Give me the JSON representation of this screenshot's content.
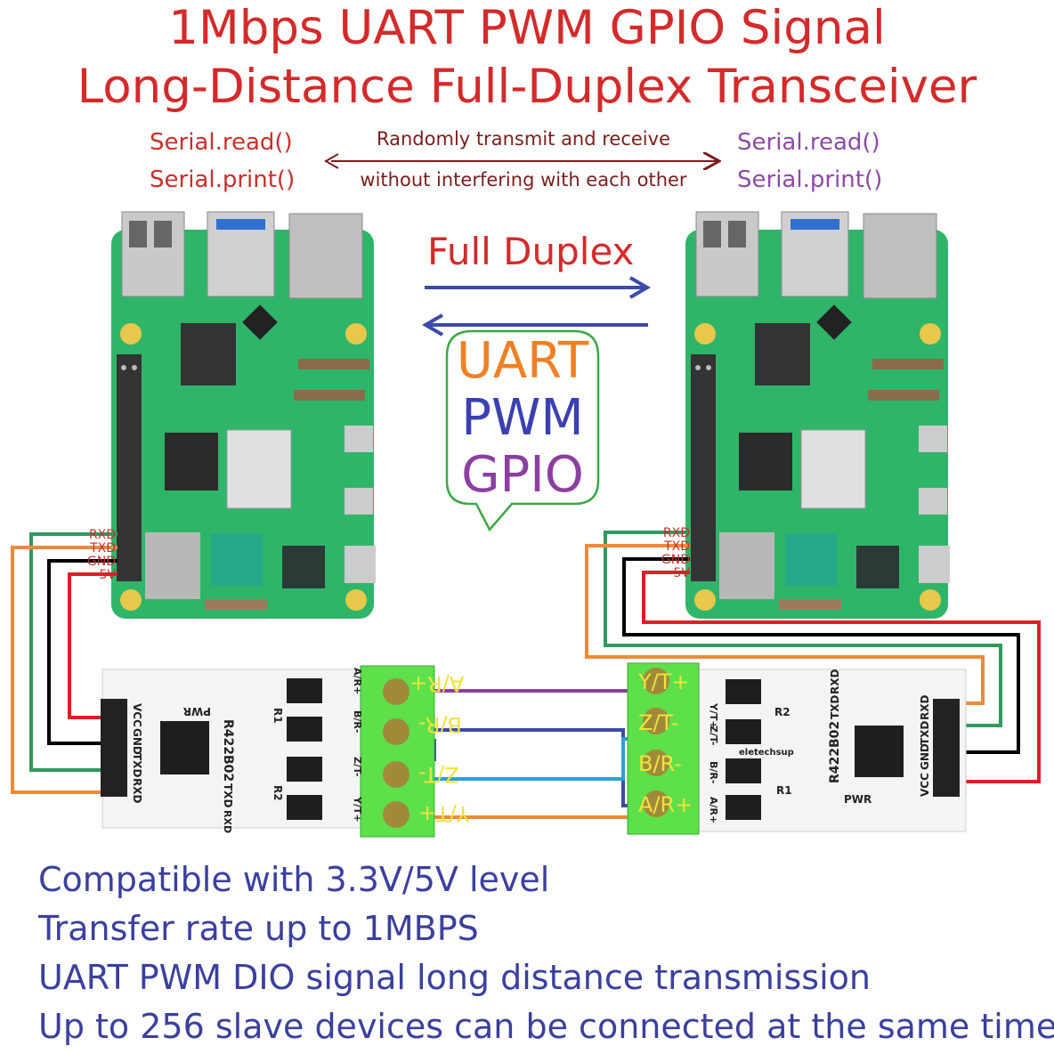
{
  "title": {
    "line1": "1Mbps UART PWM  GPIO  Signal",
    "line2": "Long-Distance Full-Duplex Transceiver"
  },
  "left_host": {
    "read": "Serial.read()",
    "print": "Serial.print()"
  },
  "right_host": {
    "read": "Serial.read()",
    "print": "Serial.print()"
  },
  "middle_note": {
    "line1": "Randomly transmit and receive",
    "line2": "without interfering with each other"
  },
  "full_duplex": "Full Duplex",
  "bubble": {
    "uart": "UART",
    "pwm": "PWM",
    "gpio": "GPIO"
  },
  "pi_pins": {
    "rxd": "RXD",
    "txd": "TXD",
    "gnd": "GND",
    "v5": "5V"
  },
  "module": {
    "model": "R422B02",
    "pins": [
      "VCC",
      "GND",
      "TXD",
      "RXD"
    ],
    "pwr": "PWR",
    "led_labels": [
      "TXD",
      "RXD"
    ],
    "brand": "eletechsup",
    "resistors": [
      "R1",
      "R2"
    ],
    "terminals_left": [
      "A/R+",
      "B/R-",
      "Z/T-",
      "Y/T+"
    ],
    "terminals_right": [
      "Y/T+",
      "Z/T-",
      "B/R-",
      "A/R+"
    ]
  },
  "features": [
    "Compatible with 3.3V/5V level",
    "Transfer rate up to 1MBPS",
    "UART PWM DIO signal long distance transmission",
    "Up to 256 slave devices can be connected at the same time"
  ],
  "colors": {
    "title": "#d42a2a",
    "left_serial": "#c8302a",
    "right_serial": "#8d4aa6",
    "arrow": "#3e4aa8",
    "uart": "#f08022",
    "pwm": "#3b40b0",
    "gpio": "#8b3fa0",
    "bubble_border": "#3aa845",
    "features": "#3b3f9e",
    "pcb": "#2fb56a",
    "terminal": "#5de04a",
    "wire_rxd": "#2f9a5e",
    "wire_txd": "#ec8a3a",
    "wire_gnd": "#000000",
    "wire_5v": "#dc1f26"
  }
}
